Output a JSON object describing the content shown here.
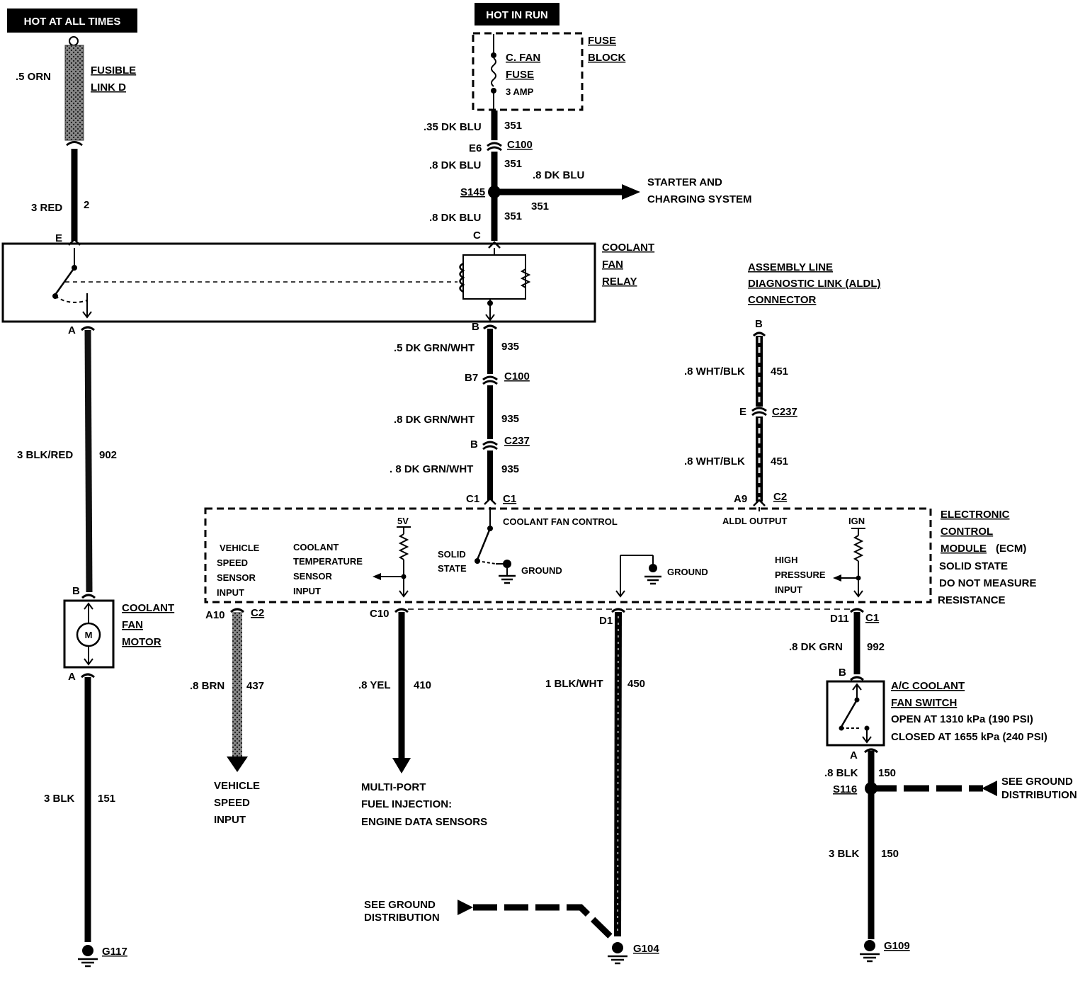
{
  "power": {
    "hot_at_all_times": "HOT AT ALL TIMES",
    "hot_in_run": "HOT IN RUN"
  },
  "fuse": {
    "block_l1": "FUSE",
    "block_l2": "BLOCK",
    "name_l1": "C. FAN",
    "name_l2": "FUSE",
    "rating": "3 AMP"
  },
  "fusible_link": {
    "l1": "FUSIBLE",
    "l2": "LINK D",
    "wire": ".5 ORN"
  },
  "relay": {
    "name_l1": "COOLANT",
    "name_l2": "FAN",
    "name_l3": "RELAY",
    "pin_e": "E",
    "pin_c": "C",
    "pin_a": "A",
    "pin_b": "B"
  },
  "wires": {
    "w_3red": "3 RED",
    "c_2": "2",
    "w_35dkblu": ".35 DK BLU",
    "c_351a": "351",
    "e6": "E6",
    "c100a": "C100",
    "w_8dkblu_a": ".8 DK BLU",
    "c_351b": "351",
    "w_8dkblu_branch": ".8 DK BLU",
    "c_351c": "351",
    "s145": "S145",
    "w_8dkblu_b": ".8 DK BLU",
    "c_351d": "351",
    "w_5dkgrnwht": ".5 DK GRN/WHT",
    "c_935a": "935",
    "b7": "B7",
    "c100b": "C100",
    "w_8dkgrnwht_a": ".8 DK GRN/WHT",
    "c_935b": "935",
    "b_c237": "B",
    "c237a": "C237",
    "w_8dkgrnwht_b": ". 8 DK GRN/WHT",
    "c_935c": "935",
    "c1_pin": "C1",
    "c1_conn": "C1",
    "w_3blkred": "3 BLK/RED",
    "c_902": "902",
    "w_3blk_a": "3 BLK",
    "c_151": "151",
    "w_8whtblk_a": ".8 WHT/BLK",
    "c_451a": "451",
    "e_c237": "E",
    "c237b": "C237",
    "w_8whtblk_b": ".8 WHT/BLK",
    "c_451b": "451",
    "a9": "A9",
    "c2_aldl": "C2",
    "a10": "A10",
    "c2_vss": "C2",
    "w_8brn": ".8 BRN",
    "c_437": "437",
    "c10": "C10",
    "w_8yel": ".8 YEL",
    "c_410": "410",
    "d1": "D1",
    "w_1blkwht": "1 BLK/WHT",
    "c_450": "450",
    "d11": "D11",
    "c1_hp": "C1",
    "w_8dkgrn": ".8 DK GRN",
    "c_992": "992",
    "w_8blk": ".8 BLK",
    "c_150a": "150",
    "s116": "S116",
    "w_3blk_b": "3 BLK",
    "c_150b": "150"
  },
  "destinations": {
    "starter_l1": "STARTER AND",
    "starter_l2": "CHARGING SYSTEM",
    "vss_l1": "VEHICLE",
    "vss_l2": "SPEED",
    "vss_l3": "INPUT",
    "mpfi_l1": "MULTI-PORT",
    "mpfi_l2": "FUEL INJECTION:",
    "mpfi_l3": "ENGINE DATA SENSORS",
    "gd1_l1": "SEE GROUND",
    "gd1_l2": "DISTRIBUTION",
    "gd2_l1": "SEE GROUND",
    "gd2_l2": "DISTRIBUTION"
  },
  "aldl": {
    "l1": "ASSEMBLY LINE",
    "l2": "DIAGNOSTIC LINK (ALDL)",
    "l3": "CONNECTOR",
    "pin_b": "B"
  },
  "ecm": {
    "l1": "ELECTRONIC",
    "l2": "CONTROL",
    "l3": "MODULE",
    "l3b": "(ECM)",
    "l4": "SOLID STATE",
    "l5": "DO NOT MEASURE",
    "l6": "RESISTANCE",
    "vss_l1": "VEHICLE",
    "vss_l2": "SPEED",
    "vss_l3": "SENSOR",
    "vss_l4": "INPUT",
    "cts_l1": "COOLANT",
    "cts_l2": "TEMPERATURE",
    "cts_l3": "SENSOR",
    "cts_l4": "INPUT",
    "v5": "5V",
    "solid_l1": "SOLID",
    "solid_l2": "STATE",
    "ground1": "GROUND",
    "ground2": "GROUND",
    "fan_control": "COOLANT FAN CONTROL",
    "aldl_output": "ALDL OUTPUT",
    "ign": "IGN",
    "hp_l1": "HIGH",
    "hp_l2": "PRESSURE",
    "hp_l3": "INPUT"
  },
  "motor": {
    "l1": "COOLANT",
    "l2": "FAN",
    "l3": "MOTOR",
    "symbol": "M",
    "pin_b": "B",
    "pin_a": "A"
  },
  "ac_switch": {
    "l1": "A/C COOLANT",
    "l2": "FAN SWITCH",
    "l3": "OPEN AT 1310 kPa (190 PSI)",
    "l4": "CLOSED AT 1655 kPa (240 PSI)",
    "pin_b": "B",
    "pin_a": "A"
  },
  "grounds": {
    "g117": "G117",
    "g104": "G104",
    "g109": "G109"
  }
}
